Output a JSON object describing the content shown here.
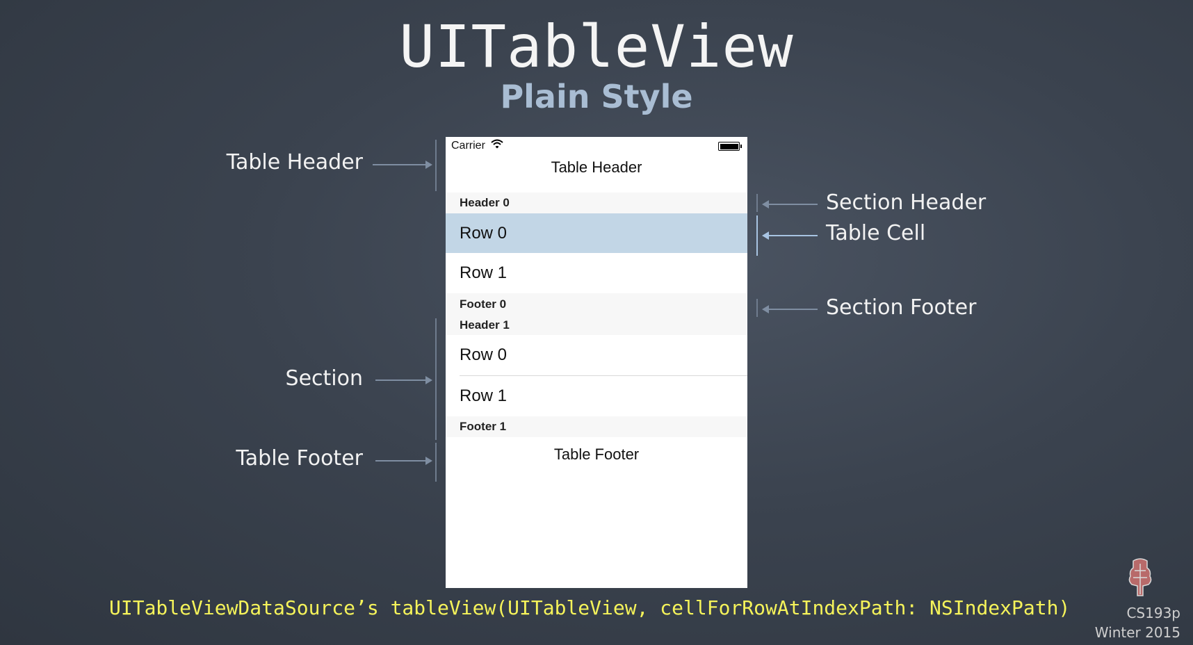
{
  "slide": {
    "title": "UITableView",
    "subtitle": "Plain Style",
    "code": "UITableViewDataSource’s tableView(UITableView, cellForRowAtIndexPath: NSIndexPath)",
    "course": "CS193p",
    "term": "Winter 2015"
  },
  "annotations": {
    "left": {
      "table_header": "Table Header",
      "section": "Section",
      "table_footer": "Table Footer"
    },
    "right": {
      "section_header": "Section Header",
      "table_cell": "Table Cell",
      "section_footer": "Section Footer"
    }
  },
  "phone": {
    "carrier": "Carrier",
    "table_header": "Table Header",
    "table_footer": "Table Footer",
    "sections": [
      {
        "header": "Header 0",
        "rows": [
          "Row 0",
          "Row 1"
        ],
        "footer": "Footer 0"
      },
      {
        "header": "Header 1",
        "rows": [
          "Row 0",
          "Row 1"
        ],
        "footer": "Footer 1"
      }
    ]
  },
  "colors": {
    "code": "#f5f35a",
    "subtitle": "#a9bdd3",
    "selected_cell": "#c2d6e6",
    "logo": "#8c1515"
  },
  "icons": [
    "wifi-icon",
    "battery-icon",
    "stanford-tree-icon"
  ]
}
